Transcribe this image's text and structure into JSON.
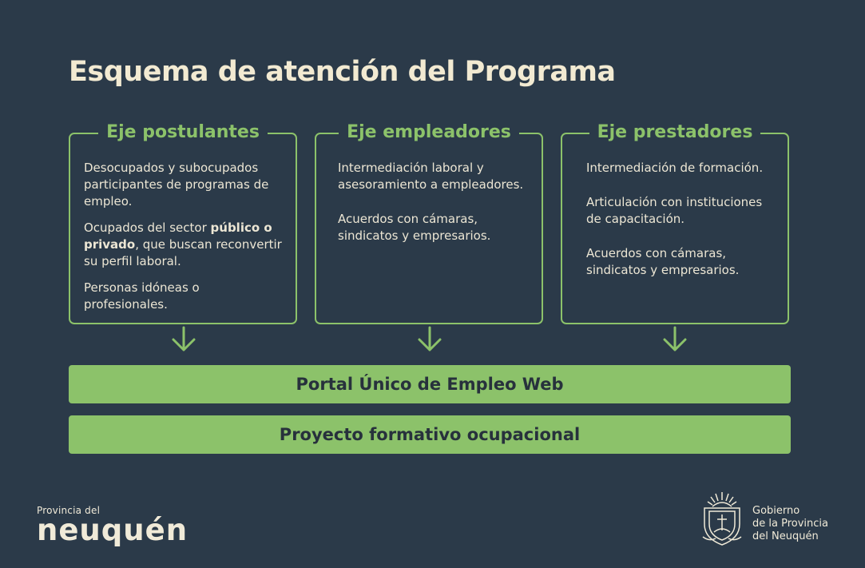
{
  "title": "Esquema de atención del Programa",
  "axes": [
    {
      "heading": "Eje postulantes",
      "paragraphs": [
        {
          "text": "Desocupados y subocupados participantes de programas de empleo."
        },
        {
          "pre": "Ocupados del sector ",
          "bold": "público o privado",
          "post": ", que buscan reconvertir su perfil laboral."
        },
        {
          "text": "Personas idóneas o profesionales."
        }
      ]
    },
    {
      "heading": "Eje empleadores",
      "paragraphs": [
        {
          "text": "Intermediación laboral y asesoramiento a empleadores."
        },
        {
          "text": "Acuerdos con cámaras, sindicatos y empresarios."
        }
      ]
    },
    {
      "heading": "Eje prestadores",
      "paragraphs": [
        {
          "text": "Intermediación de formación."
        },
        {
          "text": "Articulación con instituciones de capacitación."
        },
        {
          "text": "Acuerdos con cámaras, sindicatos y empresarios."
        }
      ]
    }
  ],
  "bars": {
    "portal": "Portal Único de Empleo Web",
    "project": "Proyecto formativo ocupacional"
  },
  "logos": {
    "left_small": "Provincia del",
    "left_big": "neuquén",
    "right_line1": "Gobierno",
    "right_line2": "de la Provincia",
    "right_line3": "del Neuquén"
  },
  "colors": {
    "background": "#2b3a49",
    "accent_green": "#8cc26a",
    "text_light": "#f0ead8"
  }
}
